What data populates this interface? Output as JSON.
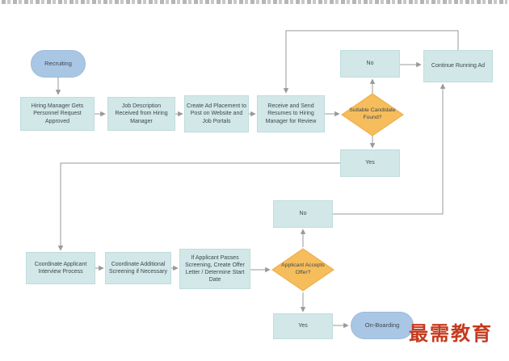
{
  "diagram": {
    "title_hint": "recruiting-hiring-process-flowchart",
    "watermark": "最需教育",
    "colors": {
      "process_fill": "#d2e7e7",
      "terminator_fill": "#a9c7e4",
      "decision_fill": "#f6bd5c",
      "decision_stroke": "#edaa43",
      "connector": "#999999",
      "text": "#3d4852",
      "watermark_color": "#c53a1e"
    },
    "nodes": {
      "recruiting": {
        "type": "terminator",
        "label": "Recruiting"
      },
      "hiring_manager": {
        "type": "process",
        "label": "Hiring Manager Gets Personnel Request Approved"
      },
      "job_description": {
        "type": "process",
        "label": "Job Description Received from Hiring Manager"
      },
      "create_ad": {
        "type": "process",
        "label": "Create Ad Placement to Post on Website and Job Portals"
      },
      "receive_resumes": {
        "type": "process",
        "label": "Receive and Send Resumes to Hiring Manager for Review"
      },
      "suitable_candidate": {
        "type": "decision",
        "label": "Suitable Candidate Found?"
      },
      "no_top": {
        "type": "process",
        "label": "No"
      },
      "continue_ad": {
        "type": "process",
        "label": "Continue Running Ad"
      },
      "yes_top": {
        "type": "process",
        "label": "Yes"
      },
      "coordinate_interview": {
        "type": "process",
        "label": "Coordinate Applicant Interview Process"
      },
      "coordinate_screening": {
        "type": "process",
        "label": "Coordinate Additional Screening if Necessary"
      },
      "offer_letter": {
        "type": "process",
        "label": "If Applicant Passes Screening, Create Offer Letter / Determine Start Date"
      },
      "applicant_accepts": {
        "type": "decision",
        "label": "Applicant Accepts Offer?"
      },
      "no_bottom": {
        "type": "process",
        "label": "No"
      },
      "yes_bottom": {
        "type": "process",
        "label": "Yes"
      },
      "onboarding": {
        "type": "terminator",
        "label": "On-Boarding"
      }
    }
  }
}
